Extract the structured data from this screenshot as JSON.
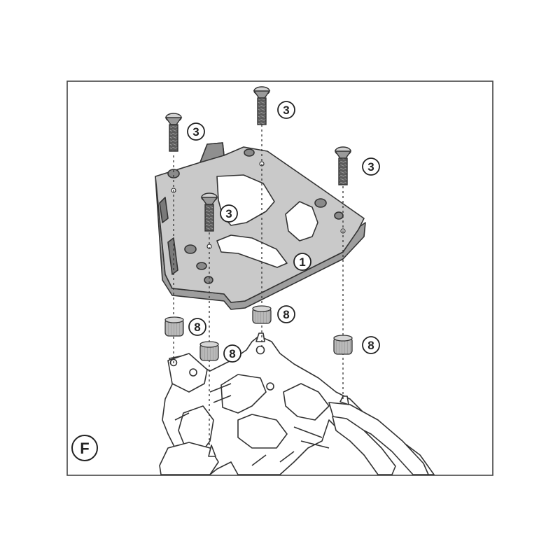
{
  "diagram": {
    "section_label": "F",
    "callouts": {
      "plate": "1",
      "screw_a": "3",
      "screw_b": "3",
      "screw_c": "3",
      "screw_d": "3",
      "spacer_a": "8",
      "spacer_b": "8",
      "spacer_c": "8",
      "spacer_d": "8"
    },
    "colors": {
      "frame": "#444444",
      "line": "#333333",
      "plate_fill": "#c9c9c9",
      "bracket_fill": "#ffffff",
      "screw_fill": "#6a6a6a",
      "spacer_fill": "#b7b7b7"
    },
    "icons": {
      "screw": "countersunk-screw-icon",
      "spacer": "rubber-spacer-icon"
    }
  }
}
